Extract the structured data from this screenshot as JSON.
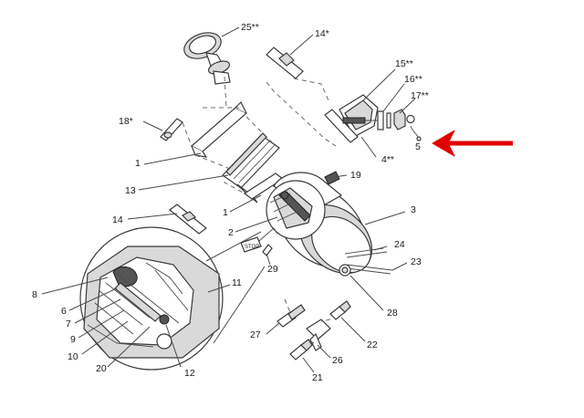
{
  "labels": {
    "p25": "25**",
    "p14a": "14*",
    "p15": "15**",
    "p16": "16**",
    "p17": "17**",
    "p18": "18*",
    "p4": "4**",
    "p5": "5",
    "p1a": "1",
    "p19": "19",
    "p13": "13",
    "p1b": "1",
    "p14b": "14",
    "p3": "3",
    "p2": "2",
    "p24": "24",
    "p23": "23",
    "p29": "29",
    "p8": "8",
    "p11": "11",
    "p6": "6",
    "p7": "7",
    "p28": "28",
    "p9": "9",
    "p27": "27",
    "p22": "22",
    "p10": "10",
    "p26": "26",
    "p20": "20",
    "p12": "12",
    "p21": "21"
  },
  "tag_text": "STOP",
  "colors": {
    "arrow": "#e00000",
    "line": "#3a3a3a",
    "fill_grey": "#d9d9d9"
  },
  "icons": {
    "pointer": "arrow-left-icon"
  }
}
